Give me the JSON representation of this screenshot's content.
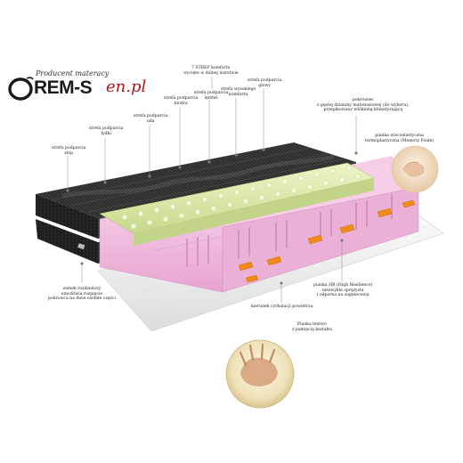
{
  "logo": {
    "tagline": "Producent materacy",
    "brand": "REM-S",
    "suffix": "en.pl"
  },
  "labels": {
    "zones_title_1": "7 STREF komfortu",
    "zones_title_2": "wycięte w dolnej warstwie",
    "foot_1": "strefa podparcia",
    "foot_2": "stóp",
    "calf_1": "strefa podparcia",
    "calf_2": "łydki",
    "thigh_1": "strefa podparcia",
    "thigh_2": "uda",
    "hip_1": "strefa podparcia",
    "hip_2": "biodra",
    "lumbar_1": "strefa podparcia",
    "lumbar_2": "lędźwi",
    "shoulder_1": "strefa wysokiego",
    "shoulder_2": "komfortu",
    "head_1": "strefa podparcia",
    "head_2": "głowy",
    "cover_1": "pokrowiec",
    "cover_2": "z gęstej dzianiny matowanowej (do wyboru),",
    "cover_3": "przepikowany włókniną klimatyzującą",
    "memory_1": "pianka wiscoelastyczna",
    "memory_2": "termoplastyczna (Memory Foam)",
    "zipper_1": "zamek rozdzielczy",
    "zipper_2": "umożliwia rozpięcie",
    "zipper_3": "pokrowca na dwie osobne części",
    "hr_1": "pianka HR (High Resilience)",
    "hr_2": "niezwykle sprężysta",
    "hr_3": "i odporna na zagniecenia",
    "air_1": "kierunek cyrkulacji powietrza",
    "latex_1": "Pianka lentwo",
    "latex_2": "z pamięcią kształtu"
  },
  "colors": {
    "cover_dark": "#2b2b2b",
    "cover_light": "#4a4a4a",
    "memory_foam": "#d8e6a8",
    "hr_foam": "#efb9dc",
    "arrow": "#f08a18",
    "logo_red": "#b01818"
  }
}
